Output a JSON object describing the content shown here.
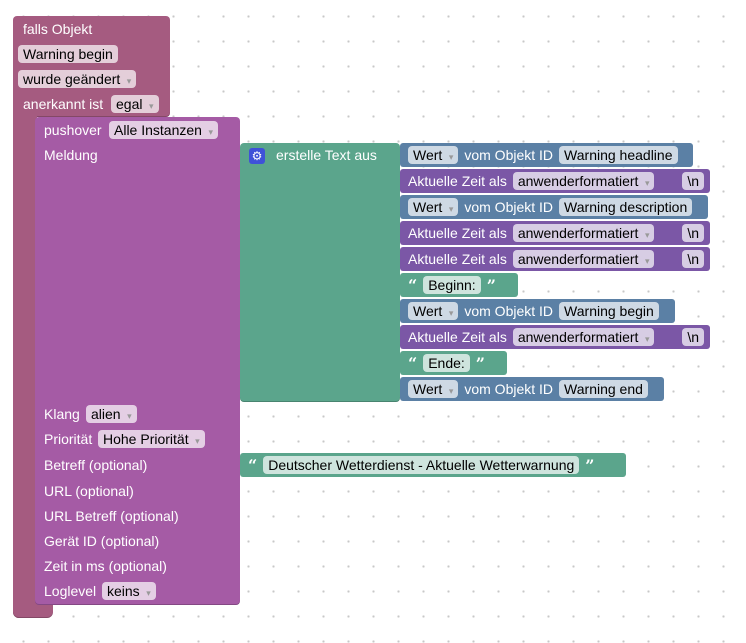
{
  "event": {
    "title": "falls Objekt",
    "object": "Warning begin",
    "trigger": "wurde geändert",
    "ack_label": "anerkannt ist",
    "ack_value": "egal"
  },
  "pushover": {
    "label": "pushover",
    "instance": "Alle Instanzen",
    "meldung": "Meldung",
    "klang": "Klang",
    "klang_value": "alien",
    "prio": "Priorität",
    "prio_value": "Hohe Priorität",
    "betreff": "Betreff (optional)",
    "url": "URL (optional)",
    "url_betreff": "URL Betreff (optional)",
    "geraet": "Gerät ID (optional)",
    "zeit": "Zeit in ms (optional)",
    "loglevel": "Loglevel",
    "loglevel_value": "keins"
  },
  "join": {
    "label": "erstelle Text aus",
    "icon": "gear-icon"
  },
  "common": {
    "wert": "Wert",
    "vom": "vom Objekt ID",
    "time": "Aktuelle Zeit als",
    "format": "anwenderformatiert",
    "nl": "\\n",
    "open_quote": "“",
    "close_quote": "”"
  },
  "items": {
    "headline": "Warning headline",
    "description": "Warning description",
    "beginn": "Beginn:",
    "begin": "Warning begin",
    "ende": "Ende:",
    "end": "Warning end"
  },
  "subject": "Deutscher Wetterdienst - Aktuelle Wetterwarnung"
}
